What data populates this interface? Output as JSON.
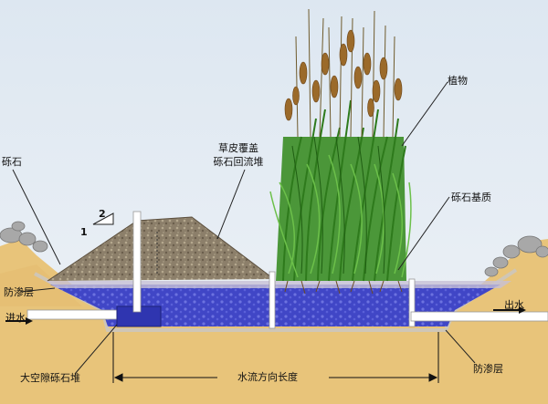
{
  "labels": {
    "gravel": "砾石",
    "grass_cover_line1": "草皮覆盖",
    "grass_cover_line2": "砾石回流堆",
    "plants": "植物",
    "gravel_substrate": "砾石基质",
    "seepage_layer_left": "防渗层",
    "inlet": "进水",
    "outlet": "出水",
    "large_void_gravel_pile": "大空隙砾石堆",
    "flow_length": "水流方向长度",
    "seepage_layer_right": "防渗层",
    "slope_ratio_rise": "1",
    "slope_ratio_run": "2"
  },
  "colors": {
    "sky": "#e3ecf4",
    "soil": "#e8c47a",
    "water": "#3f45c8",
    "gravel_mound": "#8c7f6a",
    "reeds": "#3f9a2a",
    "cattail": "#9b6a2a",
    "liner": "#d9d0c0"
  }
}
